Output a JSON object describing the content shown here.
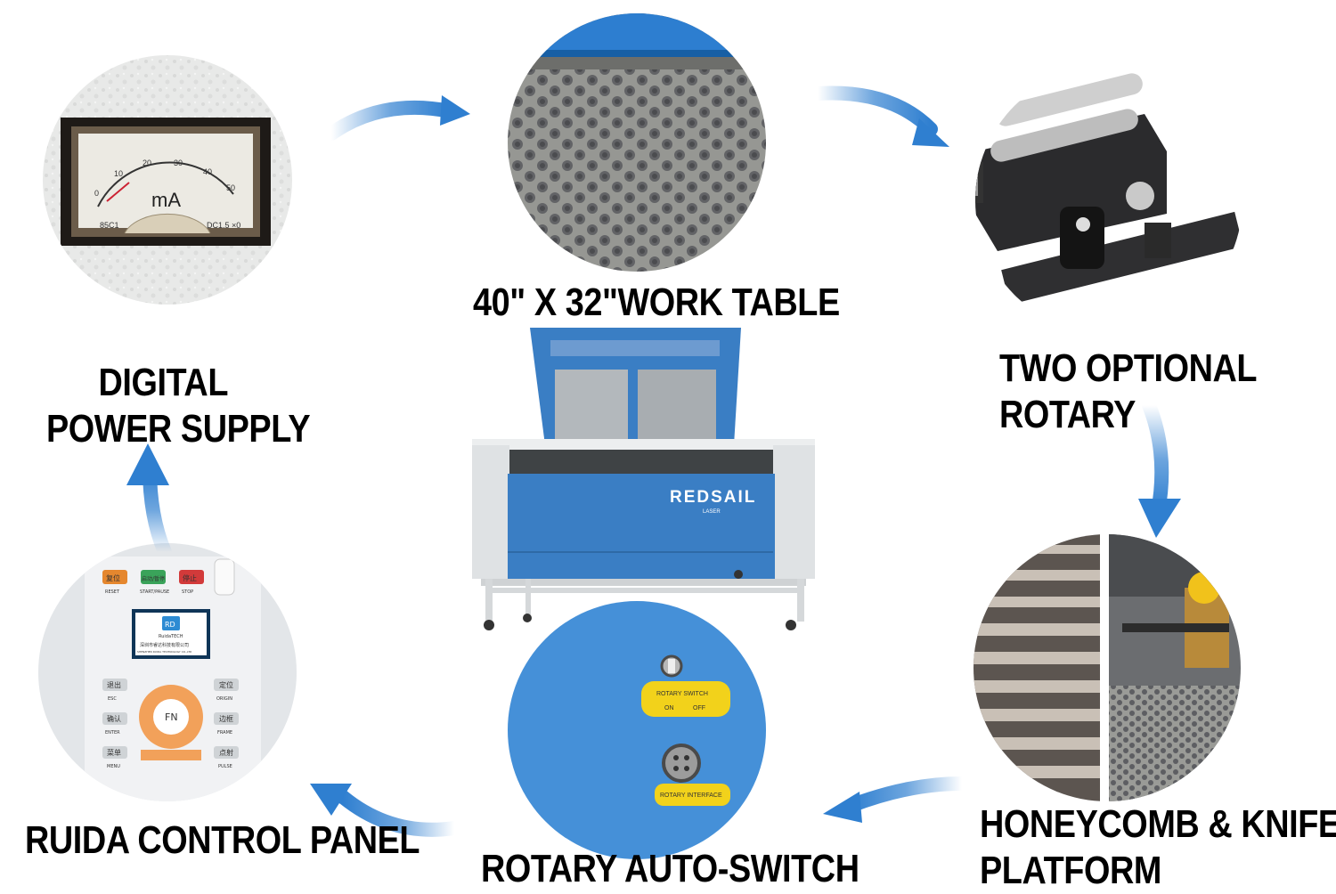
{
  "labels": {
    "power_supply": [
      "DIGITAL",
      "POWER SUPPLY"
    ],
    "work_table": "40\" x 32\"WORK TABLE",
    "rotary": [
      "TWO OPTIONAL",
      "ROTARY"
    ],
    "honeycomb": [
      "HONEYCOMB & KNIFE",
      "PLATFORM"
    ],
    "auto_switch": "ROTARY AUTO-SWITCH",
    "control_panel": "RUIDA CONTROL PANEL"
  },
  "ammeter": {
    "unit": "mA",
    "ticks": [
      "0",
      "10",
      "20",
      "30",
      "40",
      "50"
    ],
    "model": "85C1",
    "spec": "DC1.5 ×0"
  },
  "machine": {
    "brand": "REDSAIL",
    "sub": "LASER"
  },
  "switch_panel": {
    "toggle_label": "ROTARY SWITCH",
    "toggle_states": [
      "ON",
      "OFF"
    ],
    "plug_label": "ROTARY INTERFACE"
  },
  "control_panel": {
    "top_buttons": [
      {
        "cn": "复位",
        "en": "RESET"
      },
      {
        "cn": "启动/暂停",
        "en": "START/PAUSE"
      },
      {
        "cn": "停止",
        "en": "STOP"
      }
    ],
    "screen_logo": "RD",
    "screen_brand": "RuidaTECH",
    "screen_company": "深圳市睿达科技有限公司",
    "screen_company_en": "SHENZHEN RUIDA TECHNOLOGY CO.,LTD",
    "left_keys": [
      {
        "cn": "退出",
        "en": "ESC"
      },
      {
        "cn": "确认",
        "en": "ENTER"
      },
      {
        "cn": "菜单",
        "en": "MENU"
      }
    ],
    "right_keys": [
      {
        "cn": "定位",
        "en": "ORIGIN"
      },
      {
        "cn": "边框",
        "en": "FRAME"
      },
      {
        "cn": "点射",
        "en": "PULSE"
      }
    ],
    "center_key": "FN"
  },
  "colors": {
    "arrow_blue": "#2f7fd0",
    "machine_blue": "#3a7ec4",
    "panel_grey": "#e3e6e9",
    "switch_yellow": "#f2d21b"
  }
}
